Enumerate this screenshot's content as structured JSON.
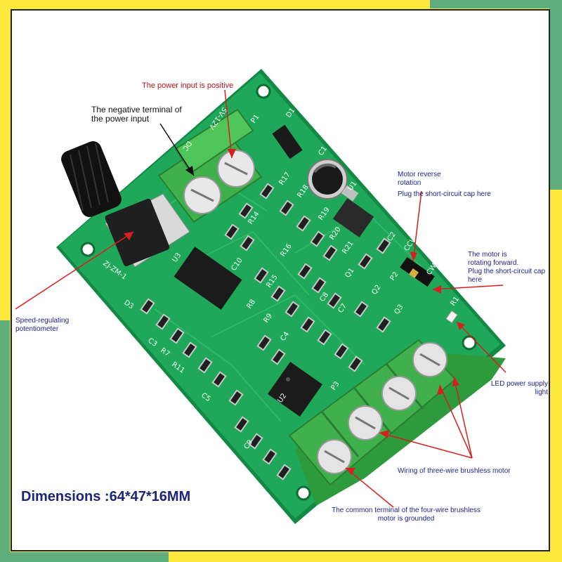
{
  "labels": {
    "power_positive": "The power input is positive",
    "power_negative": "The negative terminal of\nthe power input",
    "motor_reverse": "Motor reverse\nrotation",
    "reverse_cap": "Plug the short-circuit cap here",
    "motor_forward": "The motor is\nrotating forward.\nPlug the short-circuit cap\nhere",
    "speed_pot": "Speed-regulating\npotentiometer",
    "led_power": "LED power supply\nlight",
    "three_wire": "Wiring of three-wire brushless motor",
    "four_wire_common": "The common terminal of the four-wire brushless\nmotor is grounded"
  },
  "dimensions": "Dimensions :64*47*16MM",
  "silkscreen": {
    "p1": "P1",
    "dc": "DC",
    "v12": "5V-12V",
    "d1": "D1",
    "c1": "C1",
    "u1": "U1",
    "u2": "U2",
    "u3": "U3",
    "p2": "P2",
    "p3": "P3",
    "ccw": "CCW",
    "cw": "CW",
    "r17": "R17",
    "r18": "R18",
    "r19": "R19",
    "r20": "R20",
    "r21": "R21",
    "r16": "R16",
    "r15": "R15",
    "r14": "R14",
    "r8": "R8",
    "r9": "R9",
    "r7": "R7",
    "r11": "R11",
    "c10": "C10",
    "c2": "C2",
    "c4": "C4",
    "c3": "C3",
    "c5": "C5",
    "c7": "C7",
    "c8": "C8",
    "c9": "C9",
    "q1": "Q1",
    "q2": "Q2",
    "q3": "Q3",
    "d3": "D3",
    "r1": "R1",
    "board_id": "ZJ-ZM-1"
  },
  "colors": {
    "frame_yellow": "#fde93c",
    "frame_green": "#5fae7c",
    "pcb": "#1fa85a",
    "pcb_dark": "#128944",
    "terminal": "#3fb04b",
    "label_blue": "#1e1e8c",
    "label_red": "#b3121a",
    "arrow": "#d81e1e"
  }
}
